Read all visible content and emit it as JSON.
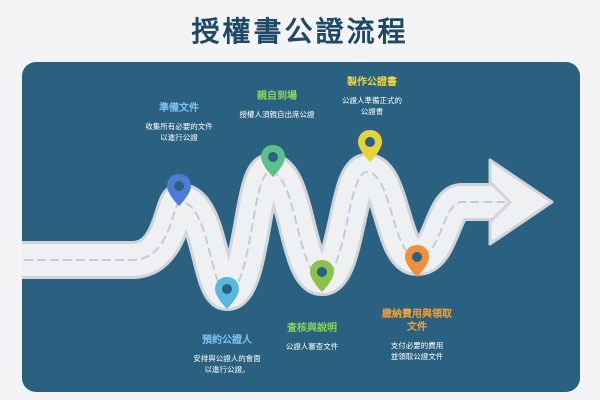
{
  "page": {
    "title": "授權書公證流程"
  },
  "steps": [
    {
      "title": "準備文件",
      "desc": "收集所有必要的文件\n以進行公證",
      "color": "#7ec3ef",
      "pin_color": "#4e7bd6"
    },
    {
      "title": "預約公證人",
      "desc": "安排與公證人的會面\n以進行公證。",
      "color": "#7ec3ef",
      "pin_color": "#5ab7dc"
    },
    {
      "title": "親自到場",
      "desc": "授權人須親自出席公證",
      "color": "#8bd35a",
      "pin_color": "#5cc08a"
    },
    {
      "title": "查核與說明",
      "desc": "公證人審查文件",
      "color": "#8bd35a",
      "pin_color": "#8bc34a"
    },
    {
      "title": "製作公證書",
      "desc": "公證人準備正式的\n公證書",
      "color": "#f3d23c",
      "pin_color": "#e7d23a"
    },
    {
      "title": "繳納費用與領取\n文件",
      "desc": "支付必要的費用\n並領取公證文件",
      "color": "#f2a13a",
      "pin_color": "#ef8f3a"
    }
  ],
  "colors": {
    "panel": "#2a6080",
    "road": "#eef0f2",
    "road_edge": "#cfd5da",
    "title": "#1f4a66"
  }
}
